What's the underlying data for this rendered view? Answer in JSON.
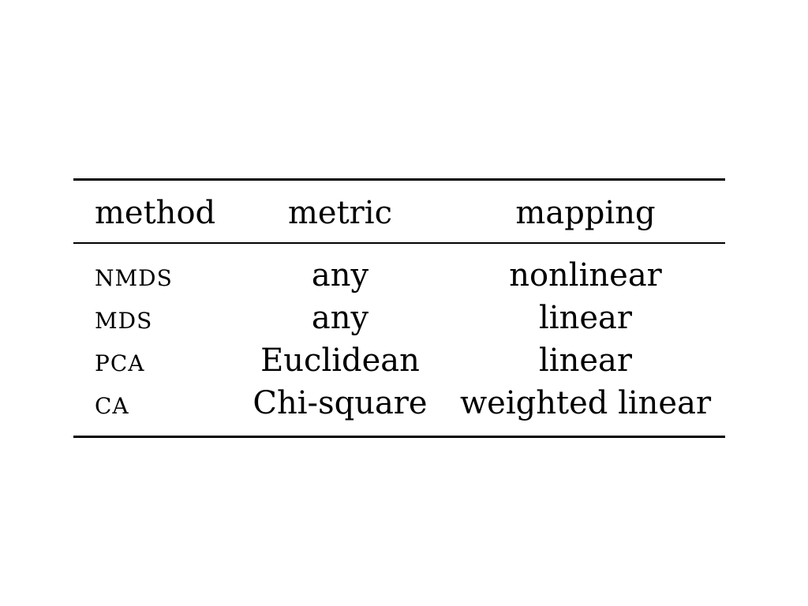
{
  "table": {
    "headers": {
      "method": "method",
      "metric": "metric",
      "mapping": "mapping"
    },
    "rows": [
      {
        "method": "NMDS",
        "metric": "any",
        "mapping": "nonlinear"
      },
      {
        "method": "MDS",
        "metric": "any",
        "mapping": "linear"
      },
      {
        "method": "PCA",
        "metric": "Euclidean",
        "mapping": "linear"
      },
      {
        "method": "CA",
        "metric": "Chi-square",
        "mapping": "weighted linear"
      }
    ]
  }
}
